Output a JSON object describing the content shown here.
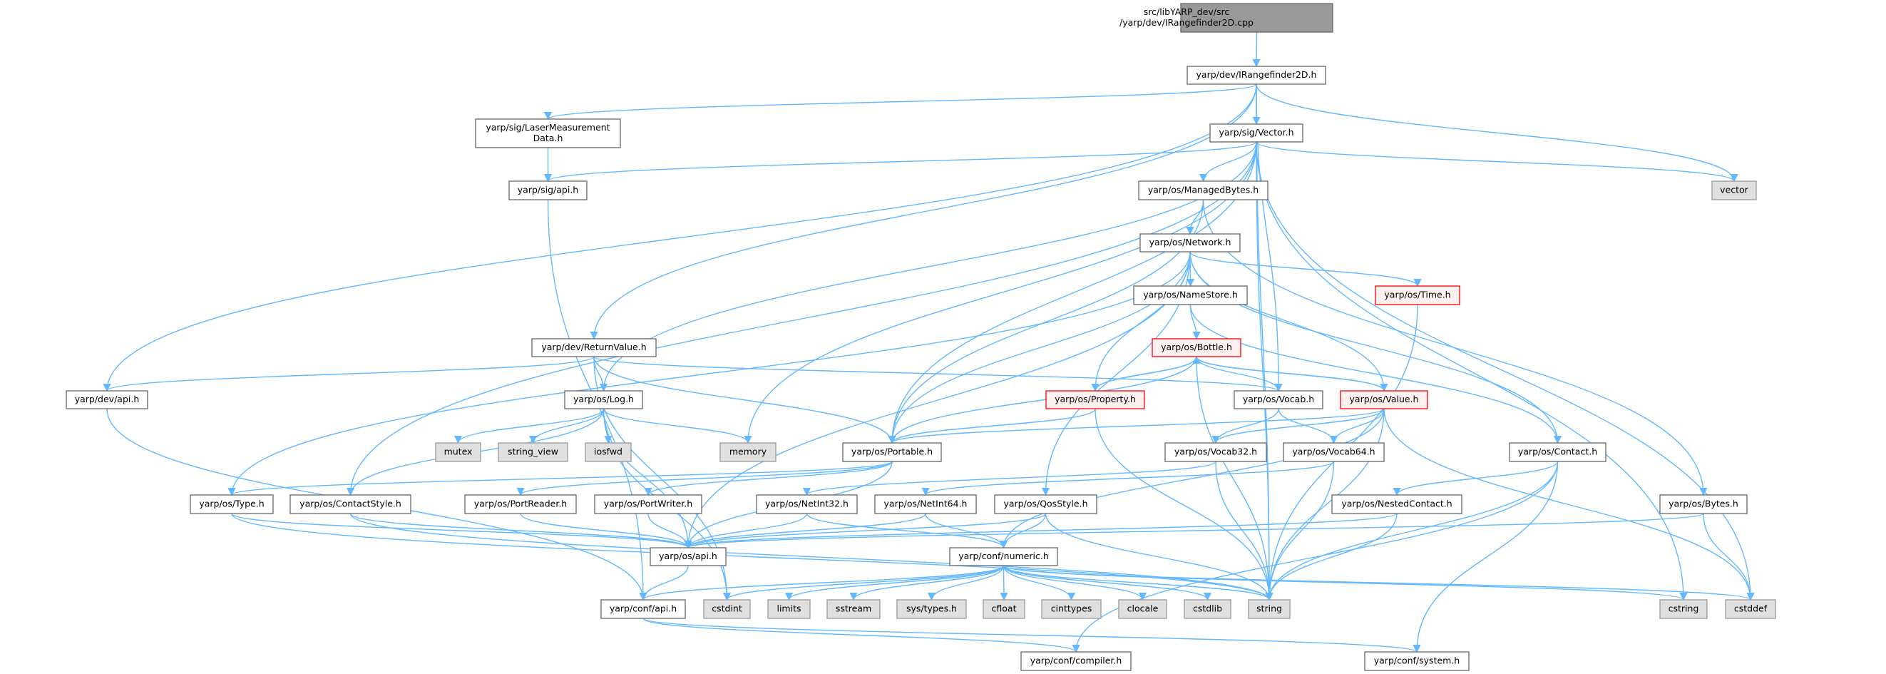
{
  "diagram": {
    "type": "include-dependency-graph",
    "colors": {
      "edge": "#63b8ff",
      "root_fill": "#999999",
      "normal_fill": "#ffffff",
      "system_fill": "#e0e0e0",
      "incomplete_fill": "#fff0f0",
      "incomplete_stroke": "#ff0000"
    },
    "nodes": [
      {
        "id": "root",
        "label": [
          "src/libYARP_dev/src",
          "/yarp/dev/IRangefinder2D.cpp"
        ],
        "kind": "root"
      },
      {
        "id": "ir2d",
        "label": [
          "yarp/dev/IRangefinder2D.h"
        ],
        "kind": "normal"
      },
      {
        "id": "laser",
        "label": [
          "yarp/sig/LaserMeasurement",
          "Data.h"
        ],
        "kind": "normal"
      },
      {
        "id": "sigapi",
        "label": [
          "yarp/sig/api.h"
        ],
        "kind": "normal"
      },
      {
        "id": "vector_h",
        "label": [
          "yarp/sig/Vector.h"
        ],
        "kind": "normal"
      },
      {
        "id": "vector",
        "label": [
          "vector"
        ],
        "kind": "system"
      },
      {
        "id": "managed",
        "label": [
          "yarp/os/ManagedBytes.h"
        ],
        "kind": "normal"
      },
      {
        "id": "network",
        "label": [
          "yarp/os/Network.h"
        ],
        "kind": "normal"
      },
      {
        "id": "namestore",
        "label": [
          "yarp/os/NameStore.h"
        ],
        "kind": "normal"
      },
      {
        "id": "time",
        "label": [
          "yarp/os/Time.h"
        ],
        "kind": "incomplete"
      },
      {
        "id": "retval",
        "label": [
          "yarp/dev/ReturnValue.h"
        ],
        "kind": "normal"
      },
      {
        "id": "bottle",
        "label": [
          "yarp/os/Bottle.h"
        ],
        "kind": "incomplete"
      },
      {
        "id": "devapi",
        "label": [
          "yarp/dev/api.h"
        ],
        "kind": "normal"
      },
      {
        "id": "log",
        "label": [
          "yarp/os/Log.h"
        ],
        "kind": "normal"
      },
      {
        "id": "property",
        "label": [
          "yarp/os/Property.h"
        ],
        "kind": "incomplete"
      },
      {
        "id": "vocab",
        "label": [
          "yarp/os/Vocab.h"
        ],
        "kind": "normal"
      },
      {
        "id": "value",
        "label": [
          "yarp/os/Value.h"
        ],
        "kind": "incomplete"
      },
      {
        "id": "mutex",
        "label": [
          "mutex"
        ],
        "kind": "system"
      },
      {
        "id": "string_view",
        "label": [
          "string_view"
        ],
        "kind": "system"
      },
      {
        "id": "iosfwd",
        "label": [
          "iosfwd"
        ],
        "kind": "system"
      },
      {
        "id": "memory",
        "label": [
          "memory"
        ],
        "kind": "system"
      },
      {
        "id": "portable",
        "label": [
          "yarp/os/Portable.h"
        ],
        "kind": "normal"
      },
      {
        "id": "vocab32",
        "label": [
          "yarp/os/Vocab32.h"
        ],
        "kind": "normal"
      },
      {
        "id": "vocab64",
        "label": [
          "yarp/os/Vocab64.h"
        ],
        "kind": "normal"
      },
      {
        "id": "contact",
        "label": [
          "yarp/os/Contact.h"
        ],
        "kind": "normal"
      },
      {
        "id": "type",
        "label": [
          "yarp/os/Type.h"
        ],
        "kind": "normal"
      },
      {
        "id": "contactstyle",
        "label": [
          "yarp/os/ContactStyle.h"
        ],
        "kind": "normal"
      },
      {
        "id": "portreader",
        "label": [
          "yarp/os/PortReader.h"
        ],
        "kind": "normal"
      },
      {
        "id": "portwriter",
        "label": [
          "yarp/os/PortWriter.h"
        ],
        "kind": "normal"
      },
      {
        "id": "netint32",
        "label": [
          "yarp/os/NetInt32.h"
        ],
        "kind": "normal"
      },
      {
        "id": "netint64",
        "label": [
          "yarp/os/NetInt64.h"
        ],
        "kind": "normal"
      },
      {
        "id": "qosstyle",
        "label": [
          "yarp/os/QosStyle.h"
        ],
        "kind": "normal"
      },
      {
        "id": "nestedcontact",
        "label": [
          "yarp/os/NestedContact.h"
        ],
        "kind": "normal"
      },
      {
        "id": "bytes",
        "label": [
          "yarp/os/Bytes.h"
        ],
        "kind": "normal"
      },
      {
        "id": "osapi",
        "label": [
          "yarp/os/api.h"
        ],
        "kind": "normal"
      },
      {
        "id": "numeric",
        "label": [
          "yarp/conf/numeric.h"
        ],
        "kind": "normal"
      },
      {
        "id": "confapi",
        "label": [
          "yarp/conf/api.h"
        ],
        "kind": "normal"
      },
      {
        "id": "cstdint",
        "label": [
          "cstdint"
        ],
        "kind": "system"
      },
      {
        "id": "limits",
        "label": [
          "limits"
        ],
        "kind": "system"
      },
      {
        "id": "sstream",
        "label": [
          "sstream"
        ],
        "kind": "system"
      },
      {
        "id": "systypes",
        "label": [
          "sys/types.h"
        ],
        "kind": "system"
      },
      {
        "id": "cfloat",
        "label": [
          "cfloat"
        ],
        "kind": "system"
      },
      {
        "id": "cinttypes",
        "label": [
          "cinttypes"
        ],
        "kind": "system"
      },
      {
        "id": "clocale",
        "label": [
          "clocale"
        ],
        "kind": "system"
      },
      {
        "id": "cstdlib",
        "label": [
          "cstdlib"
        ],
        "kind": "system"
      },
      {
        "id": "string",
        "label": [
          "string"
        ],
        "kind": "system"
      },
      {
        "id": "cstring",
        "label": [
          "cstring"
        ],
        "kind": "system"
      },
      {
        "id": "cstddef",
        "label": [
          "cstddef"
        ],
        "kind": "system"
      },
      {
        "id": "compiler",
        "label": [
          "yarp/conf/compiler.h"
        ],
        "kind": "normal"
      },
      {
        "id": "system",
        "label": [
          "yarp/conf/system.h"
        ],
        "kind": "normal"
      }
    ],
    "edges": [
      [
        "root",
        "ir2d"
      ],
      [
        "ir2d",
        "laser"
      ],
      [
        "ir2d",
        "vector_h"
      ],
      [
        "ir2d",
        "devapi"
      ],
      [
        "ir2d",
        "retval"
      ],
      [
        "ir2d",
        "vector"
      ],
      [
        "ir2d",
        "vocab"
      ],
      [
        "ir2d",
        "string"
      ],
      [
        "laser",
        "sigapi"
      ],
      [
        "sigapi",
        "confapi"
      ],
      [
        "vector_h",
        "sigapi"
      ],
      [
        "vector_h",
        "managed"
      ],
      [
        "vector_h",
        "portable"
      ],
      [
        "vector_h",
        "log"
      ],
      [
        "vector_h",
        "contactstyle"
      ],
      [
        "vector_h",
        "memory"
      ],
      [
        "vector_h",
        "vector"
      ],
      [
        "vector_h",
        "cstring"
      ],
      [
        "vector_h",
        "cstddef"
      ],
      [
        "vector_h",
        "string"
      ],
      [
        "managed",
        "network"
      ],
      [
        "managed",
        "portable"
      ],
      [
        "managed",
        "bytes"
      ],
      [
        "network",
        "namestore"
      ],
      [
        "network",
        "time"
      ],
      [
        "network",
        "property"
      ],
      [
        "network",
        "value"
      ],
      [
        "network",
        "contact"
      ],
      [
        "network",
        "portable"
      ],
      [
        "network",
        "qosstyle"
      ],
      [
        "network",
        "type"
      ],
      [
        "network",
        "osapi"
      ],
      [
        "namestore",
        "bottle"
      ],
      [
        "namestore",
        "contact"
      ],
      [
        "time",
        "string"
      ],
      [
        "bottle",
        "property"
      ],
      [
        "bottle",
        "vocab"
      ],
      [
        "bottle",
        "value"
      ],
      [
        "bottle",
        "portable"
      ],
      [
        "bottle",
        "string"
      ],
      [
        "property",
        "bottle"
      ],
      [
        "property",
        "portable"
      ],
      [
        "property",
        "string"
      ],
      [
        "value",
        "bottle"
      ],
      [
        "value",
        "vocab32"
      ],
      [
        "value",
        "vocab64"
      ],
      [
        "value",
        "portable"
      ],
      [
        "value",
        "numeric"
      ],
      [
        "value",
        "string"
      ],
      [
        "value",
        "cstddef"
      ],
      [
        "vocab",
        "vocab32"
      ],
      [
        "vocab",
        "vocab64"
      ],
      [
        "vocab32",
        "netint32"
      ],
      [
        "vocab32",
        "string"
      ],
      [
        "vocab64",
        "netint64"
      ],
      [
        "vocab64",
        "string"
      ],
      [
        "contact",
        "nestedcontact"
      ],
      [
        "contact",
        "string"
      ],
      [
        "contact",
        "compiler"
      ],
      [
        "contact",
        "system"
      ],
      [
        "nestedcontact",
        "osapi"
      ],
      [
        "nestedcontact",
        "string"
      ],
      [
        "bytes",
        "osapi"
      ],
      [
        "bytes",
        "cstddef"
      ],
      [
        "retval",
        "devapi"
      ],
      [
        "retval",
        "log"
      ],
      [
        "retval",
        "portable"
      ],
      [
        "retval",
        "vocab"
      ],
      [
        "retval",
        "cstdint"
      ],
      [
        "devapi",
        "confapi"
      ],
      [
        "log",
        "mutex"
      ],
      [
        "log",
        "string_view"
      ],
      [
        "log",
        "iosfwd"
      ],
      [
        "log",
        "memory"
      ],
      [
        "log",
        "osapi"
      ],
      [
        "log",
        "contactstyle"
      ],
      [
        "log",
        "cstdint"
      ],
      [
        "portable",
        "portreader"
      ],
      [
        "portable",
        "portwriter"
      ],
      [
        "portable",
        "osapi"
      ],
      [
        "portable",
        "type"
      ],
      [
        "type",
        "osapi"
      ],
      [
        "type",
        "string"
      ],
      [
        "contactstyle",
        "osapi"
      ],
      [
        "contactstyle",
        "string"
      ],
      [
        "portreader",
        "osapi"
      ],
      [
        "portwriter",
        "osapi"
      ],
      [
        "netint32",
        "osapi"
      ],
      [
        "netint32",
        "numeric"
      ],
      [
        "netint64",
        "osapi"
      ],
      [
        "netint64",
        "numeric"
      ],
      [
        "qosstyle",
        "osapi"
      ],
      [
        "qosstyle",
        "numeric"
      ],
      [
        "qosstyle",
        "string"
      ],
      [
        "osapi",
        "confapi"
      ],
      [
        "numeric",
        "confapi"
      ],
      [
        "numeric",
        "cstdint"
      ],
      [
        "numeric",
        "limits"
      ],
      [
        "numeric",
        "sstream"
      ],
      [
        "numeric",
        "systypes"
      ],
      [
        "numeric",
        "cfloat"
      ],
      [
        "numeric",
        "cinttypes"
      ],
      [
        "numeric",
        "clocale"
      ],
      [
        "numeric",
        "cstdlib"
      ],
      [
        "numeric",
        "string"
      ],
      [
        "numeric",
        "cstring"
      ],
      [
        "numeric",
        "cstddef"
      ],
      [
        "confapi",
        "compiler"
      ],
      [
        "confapi",
        "system"
      ]
    ]
  }
}
